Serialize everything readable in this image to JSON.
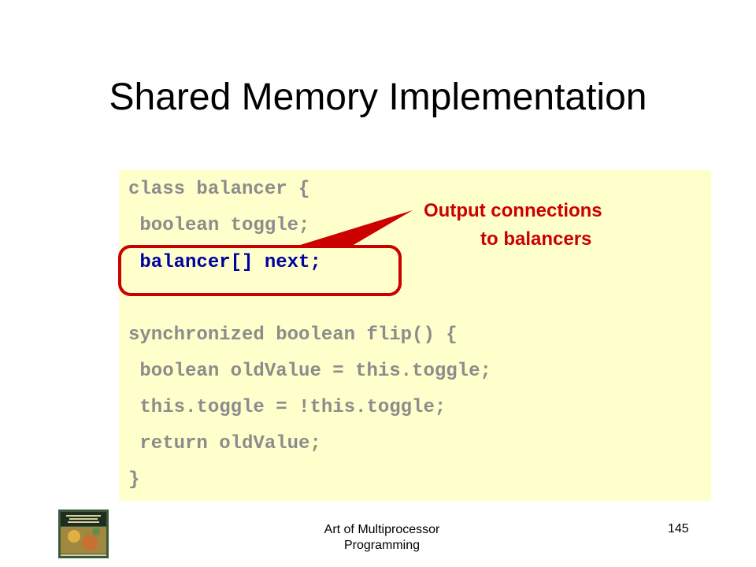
{
  "slide": {
    "title": "Shared Memory Implementation"
  },
  "code": {
    "lines": [
      "class balancer {",
      " boolean toggle;",
      " balancer[] next;",
      "",
      "synchronized boolean flip() {",
      " boolean oldValue = this.toggle;",
      " this.toggle = !this.toggle;",
      " return oldValue;",
      "}"
    ],
    "highlighted_line_index": 2
  },
  "callout": {
    "line1": "Output connections",
    "line2": "to balancers"
  },
  "footer": {
    "book_title": "Art of Multiprocessor Programming",
    "page_number": "145"
  },
  "colors": {
    "code_background": "#ffffcc",
    "code_text": "#8c8c8c",
    "highlighted_code": "#0000a0",
    "callout": "#cc0000"
  },
  "icons": {
    "book_cover": "book-cover-icon"
  }
}
